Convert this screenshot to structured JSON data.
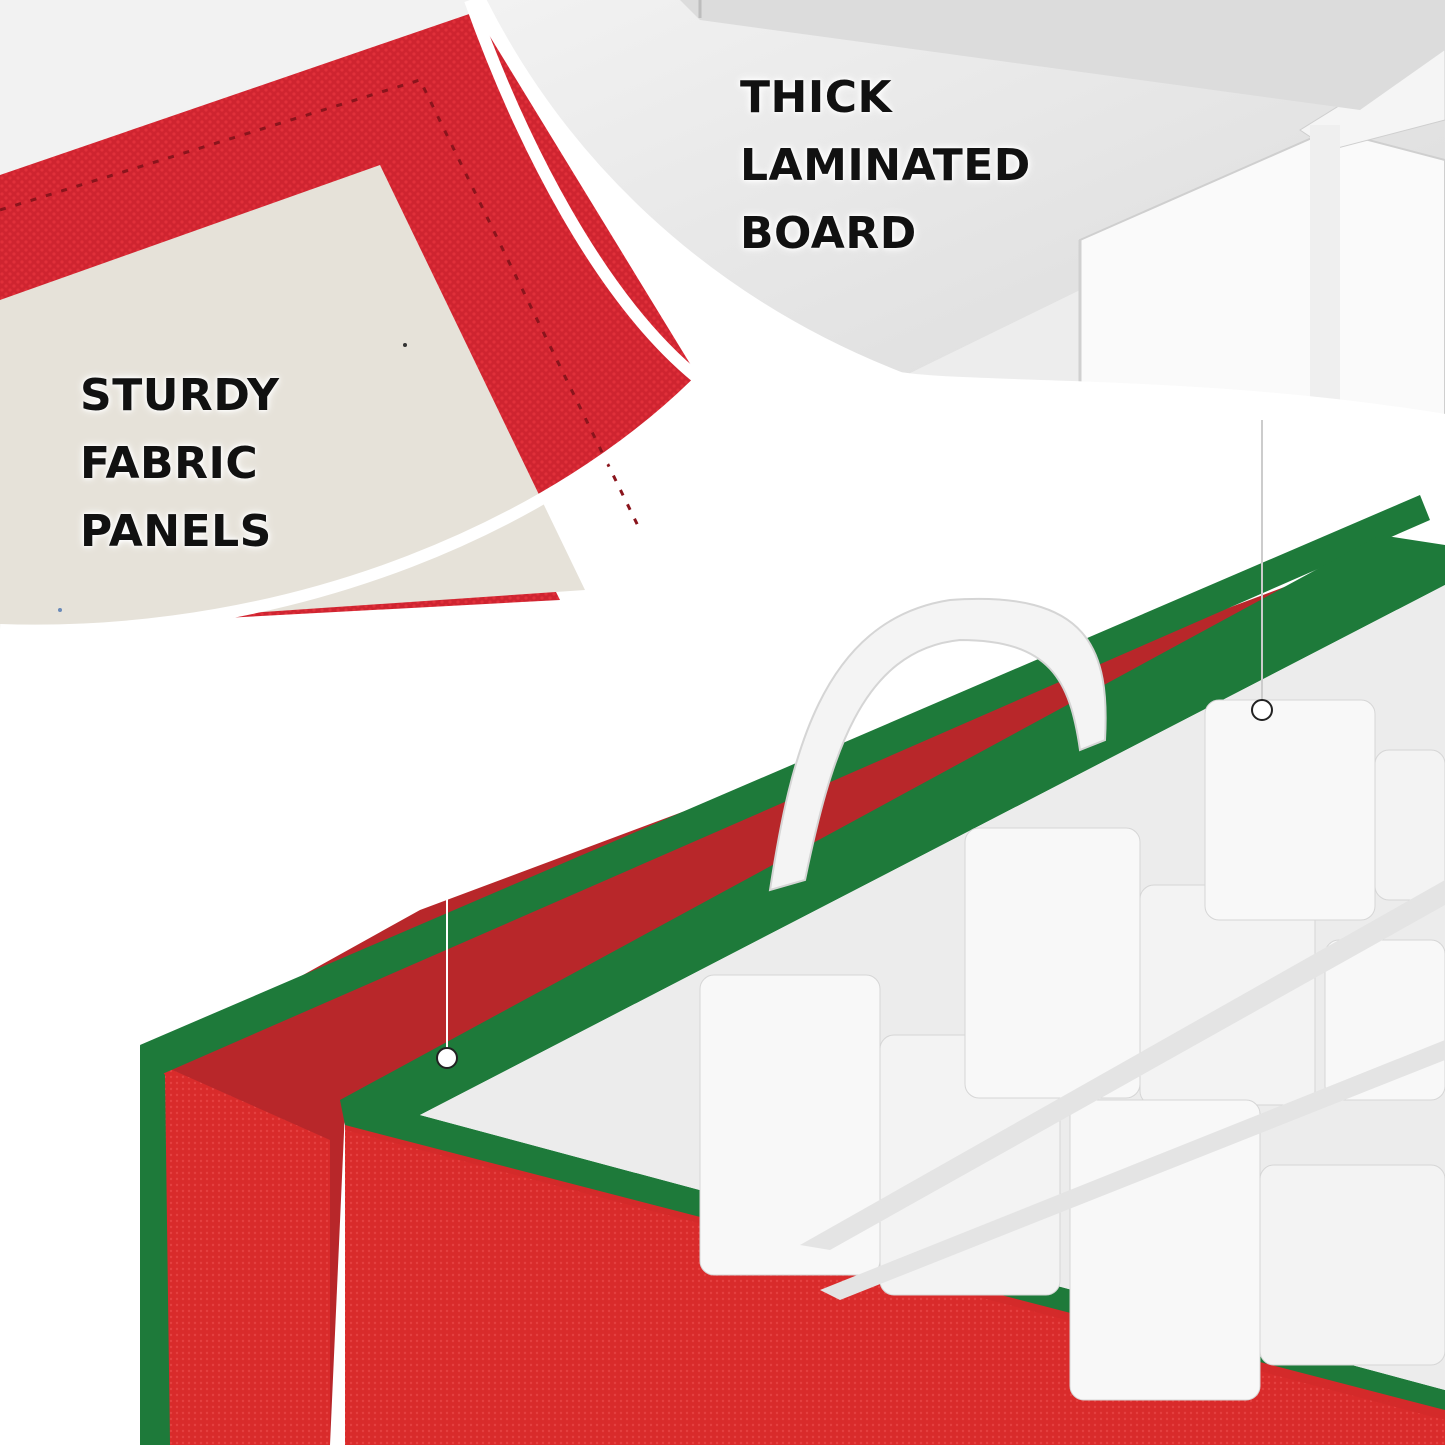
{
  "callouts": {
    "laminated_board": {
      "lines": [
        "THICK",
        "LAMINATED",
        "BOARD"
      ]
    },
    "fabric_panels": {
      "lines": [
        "STURDY",
        "FABRIC",
        "PANELS"
      ]
    }
  },
  "colors": {
    "box_red": "#d42a2a",
    "box_red_dark": "#a51f1f",
    "trim_green": "#1e7a3a",
    "divider_white": "#f7f7f7",
    "board_gray": "#e9e9e9",
    "cardboard": "#e6e2d9",
    "fabric_red": "#c9202a"
  }
}
